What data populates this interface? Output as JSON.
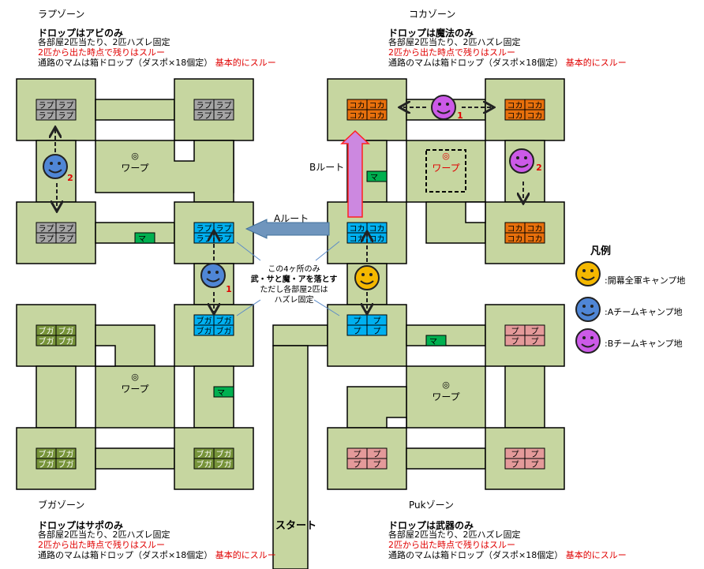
{
  "zones": [
    {
      "title": "ラプゾーン",
      "drop": "ドロップはアビのみ",
      "line1": "各部屋2匹当たり、2匹ハズレ固定",
      "line2": "2匹から出た時点で残りはスルー",
      "line3": "通路のマムは箱ドロップ（ダスポ×18個定）",
      "line3_red": "基本的にスルー",
      "monster": "ラプ"
    },
    {
      "title": "コカゾーン",
      "drop": "ドロップは魔法のみ",
      "line1": "各部屋2匹当たり、2匹ハズレ固定",
      "line2": "2匹から出た時点で残りはスルー",
      "line3": "通路のマムは箱ドロップ（ダスポ×18個定）",
      "line3_red": "基本的にスルー",
      "monster": "コカ"
    },
    {
      "title": "ブガゾーン",
      "drop": "ドロップはサポのみ",
      "line1": "各部屋2匹当たり、2匹ハズレ固定",
      "line2": "2匹から出た時点で残りはスルー",
      "line3": "通路のマムは箱ドロップ（ダスポ×18個定）",
      "line3_red": "基本的にスルー",
      "monster": "ブガ"
    },
    {
      "title": "Pukゾーン",
      "drop": "ドロップは武器のみ",
      "line1": "各部屋2匹当たり、2匹ハズレ固定",
      "line2": "2匹から出た時点で残りはスルー",
      "line3": "通路のマムは箱ドロップ（ダスポ×18個定）",
      "line3_red": "基本的にスルー",
      "monster": "プ"
    }
  ],
  "map": {
    "warp": "ワープ",
    "warp_mark": "◎",
    "mam": "マ",
    "start": "スタート",
    "route_a": "Aルート",
    "route_b": "Bルート",
    "num1": "1",
    "num2": "2"
  },
  "note": {
    "l1": "この4ヶ所のみ",
    "l2": "武・サと魔・アを落とす",
    "l3": "ただし各部屋2匹は",
    "l4": "ハズレ固定"
  },
  "legend": {
    "title": "凡例",
    "items": [
      {
        "label": ":開幕全軍キャンプ地",
        "color": "#f5b800"
      },
      {
        "label": ":Aチームキャンプ地",
        "color": "#4f86d6"
      },
      {
        "label": ":Bチームキャンプ地",
        "color": "#cc5ae8"
      }
    ]
  },
  "colors": {
    "floor": "#c6d6a0",
    "lap": "#a6a6a6",
    "coka": "#e8700c",
    "buga": "#77943a",
    "puk": "#e49a9a",
    "special": "#00b0f0",
    "mam": "#00b050"
  }
}
